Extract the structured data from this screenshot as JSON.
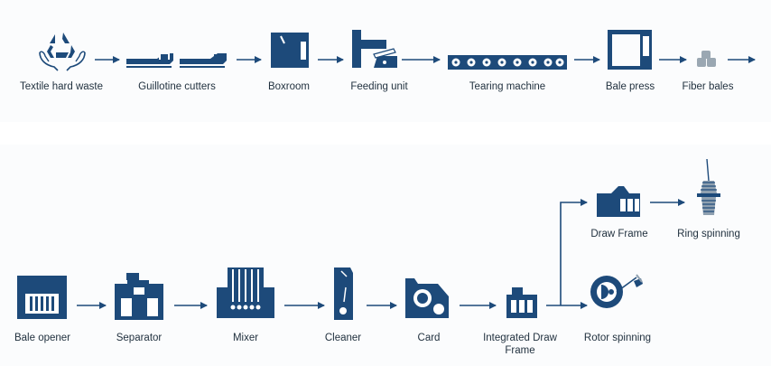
{
  "colors": {
    "primary": "#1d4a7a",
    "arrow": "#1d4a7a",
    "light_icon": "#9aa7b2",
    "label": "#1f2f3d",
    "background": "#ffffff"
  },
  "row1": {
    "steps": [
      {
        "key": "textile-hard-waste",
        "label": "Textile hard waste",
        "icon": "recycle-hands-icon"
      },
      {
        "key": "guillotine-cutters",
        "label": "Guillotine cutters",
        "icon": "guillotine-cutter-icon"
      },
      {
        "key": "boxroom",
        "label": "Boxroom",
        "icon": "boxroom-icon"
      },
      {
        "key": "feeding-unit",
        "label": "Feeding unit",
        "icon": "feeding-unit-icon"
      },
      {
        "key": "tearing-machine",
        "label": "Tearing machine",
        "icon": "tearing-machine-icon"
      },
      {
        "key": "bale-press",
        "label": "Bale press",
        "icon": "bale-press-icon"
      },
      {
        "key": "fiber-bales",
        "label": "Fiber bales",
        "icon": "fiber-bales-icon"
      }
    ]
  },
  "row2": {
    "steps": [
      {
        "key": "bale-opener",
        "label": "Bale opener",
        "icon": "bale-opener-icon"
      },
      {
        "key": "separator",
        "label": "Separator",
        "icon": "separator-icon"
      },
      {
        "key": "mixer",
        "label": "Mixer",
        "icon": "mixer-icon"
      },
      {
        "key": "cleaner",
        "label": "Cleaner",
        "icon": "cleaner-icon"
      },
      {
        "key": "card",
        "label": "Card",
        "icon": "card-icon"
      },
      {
        "key": "integrated-draw-frame",
        "label": "Integrated Draw Frame",
        "icon": "integrated-draw-frame-icon"
      }
    ]
  },
  "branches": {
    "upper": [
      {
        "key": "draw-frame",
        "label": "Draw Frame",
        "icon": "draw-frame-icon"
      },
      {
        "key": "ring-spinning",
        "label": "Ring spinning",
        "icon": "ring-spinning-icon"
      }
    ],
    "lower": [
      {
        "key": "rotor-spinning",
        "label": "Rotor spinning",
        "icon": "rotor-spinning-icon"
      }
    ]
  }
}
